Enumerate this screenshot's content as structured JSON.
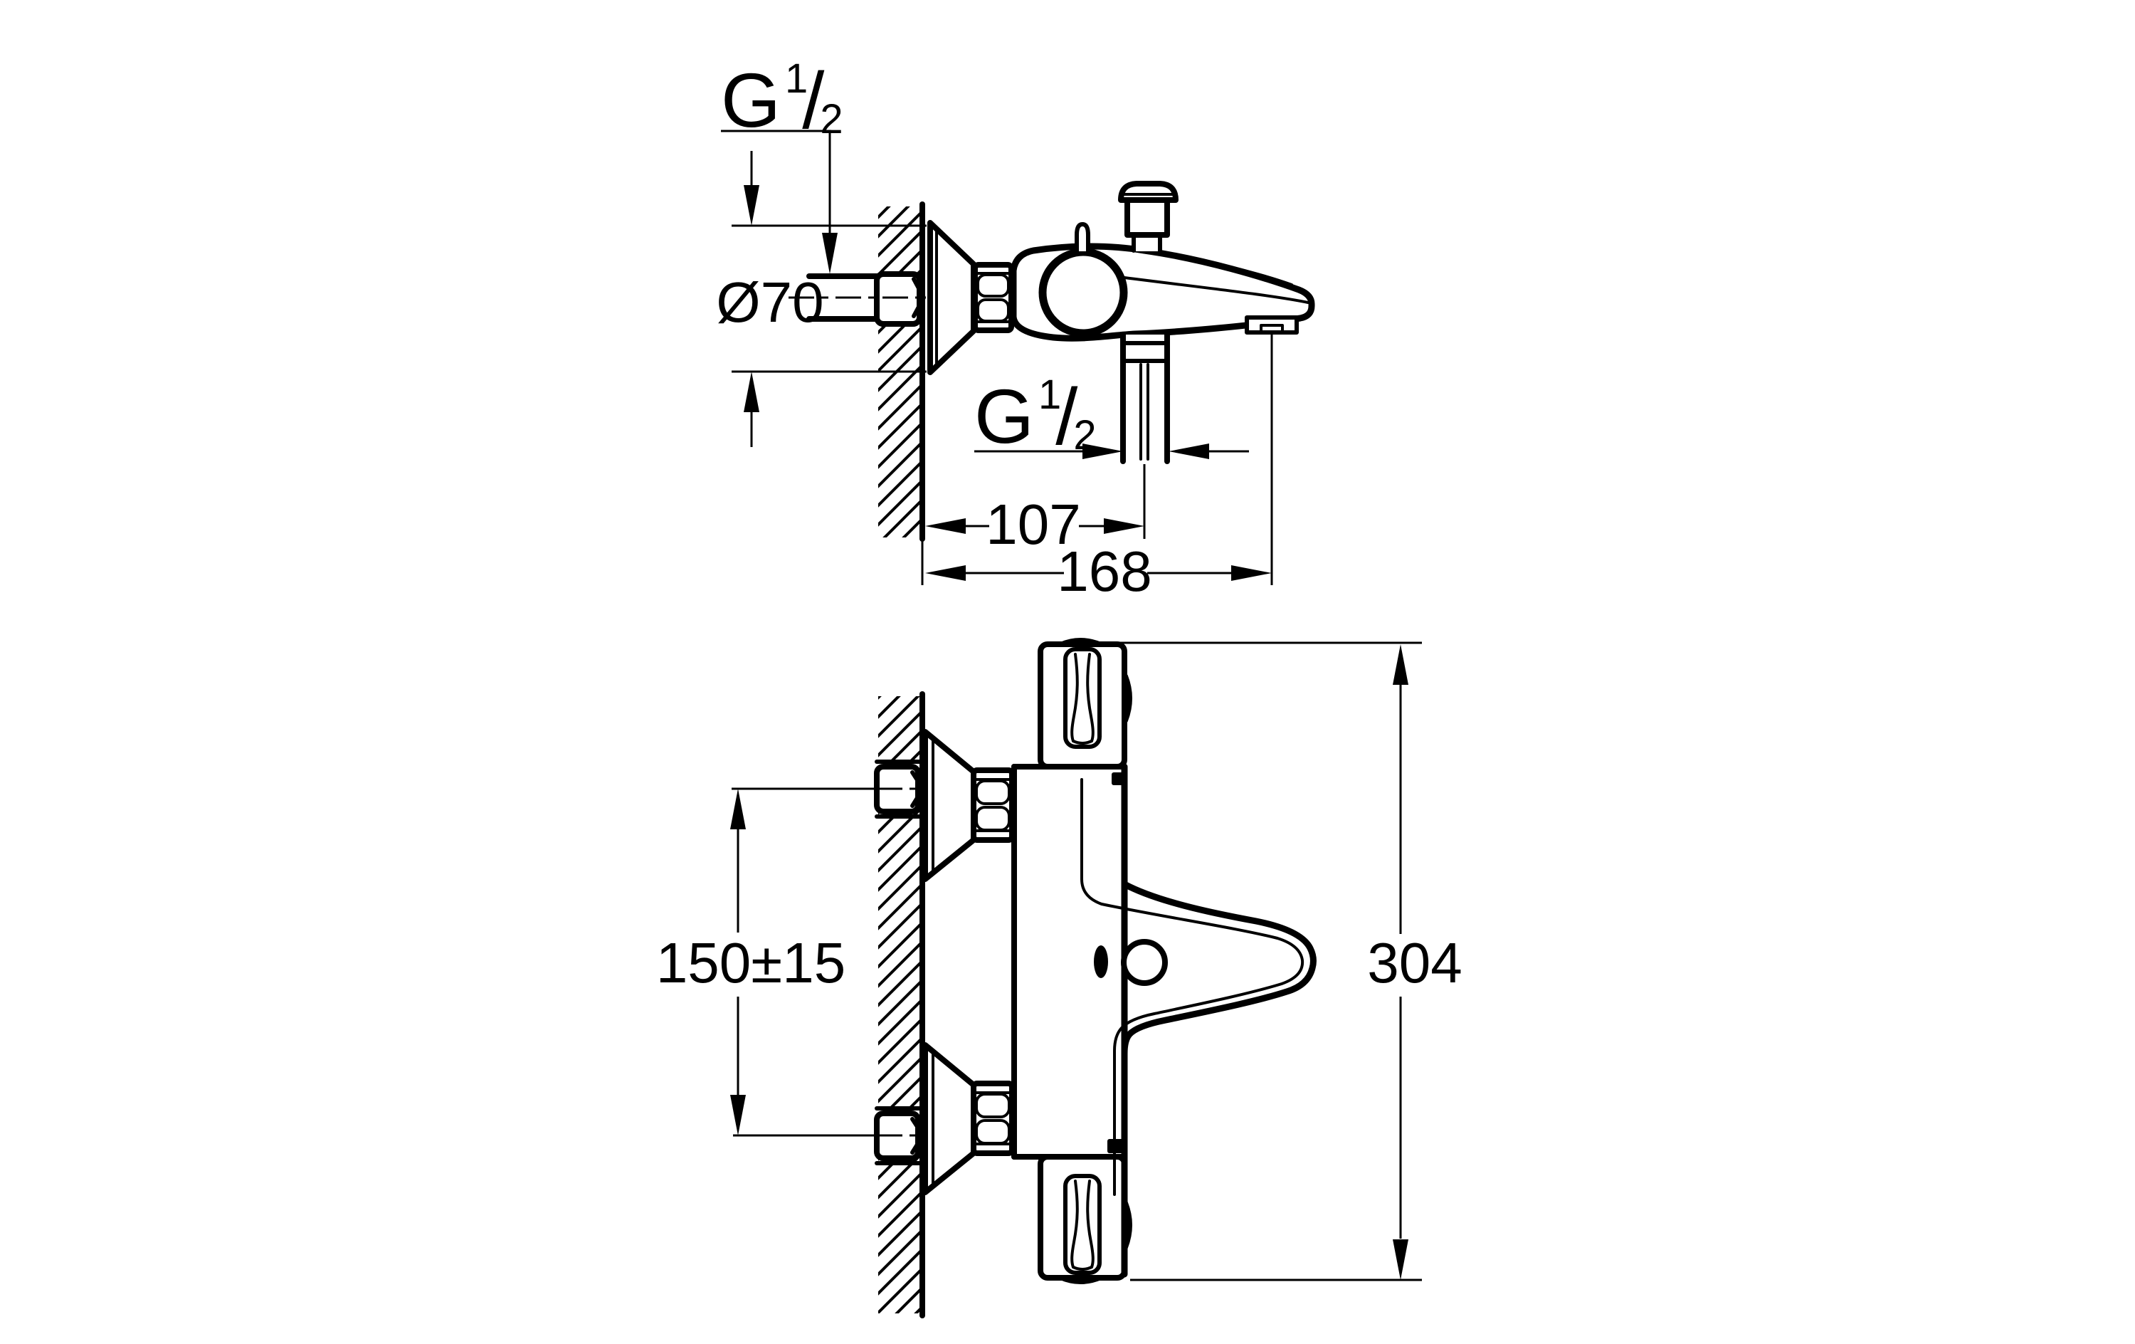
{
  "drawing": {
    "kind": "technical-dimension-drawing",
    "subject": "wall-mounted thermostatic bath/shower mixer, two projection views with installation dimensions",
    "colors": {
      "ink": "#000000",
      "paper": "#ffffff"
    },
    "top_view": {
      "inlet_thread_label": {
        "prefix": "G",
        "numerator": "1",
        "slash": "/",
        "denominator": "2"
      },
      "escutcheon_diameter_label": "Ø70",
      "outlet_thread_label": {
        "prefix": "G",
        "numerator": "1",
        "slash": "/",
        "denominator": "2"
      },
      "dim_wall_to_shower_outlet": "107",
      "dim_wall_to_spout_tip": "168"
    },
    "front_view": {
      "dim_inlet_centre_spacing": "150±15",
      "dim_overall_height": "304"
    }
  }
}
